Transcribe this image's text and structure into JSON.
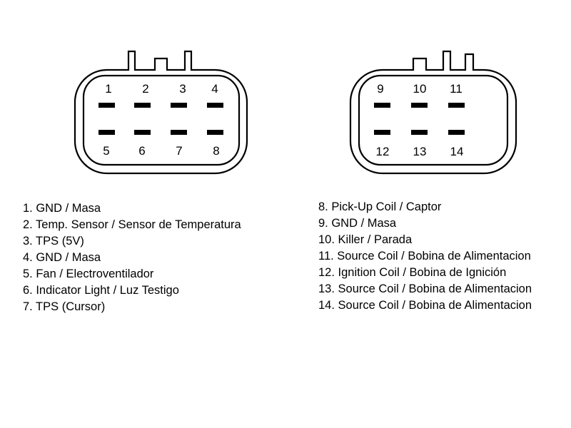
{
  "connectors": [
    {
      "id": "connector-8pin",
      "top_pins": [
        "1",
        "2",
        "3",
        "4"
      ],
      "bottom_pins": [
        "5",
        "6",
        "7",
        "8"
      ]
    },
    {
      "id": "connector-6pin",
      "top_pins": [
        "9",
        "10",
        "11"
      ],
      "bottom_pins": [
        "12",
        "13",
        "14"
      ]
    }
  ],
  "legend_left": [
    "1. GND / Masa",
    "2. Temp. Sensor / Sensor de Temperatura",
    "3. TPS (5V)",
    "4. GND / Masa",
    "5. Fan / Electroventilador",
    "6. Indicator Light / Luz Testigo",
    "7. TPS (Cursor)"
  ],
  "legend_right": [
    "8. Pick-Up Coil / Captor",
    "9. GND / Masa",
    "10. Killer / Parada",
    "11. Source Coil / Bobina de Alimentacion",
    "12. Ignition Coil / Bobina de Ignición",
    "13. Source Coil / Bobina de Alimentacion",
    "14. Source Coil / Bobina de Alimentacion"
  ],
  "colors": {
    "line": "#000000",
    "background": "#ffffff"
  }
}
